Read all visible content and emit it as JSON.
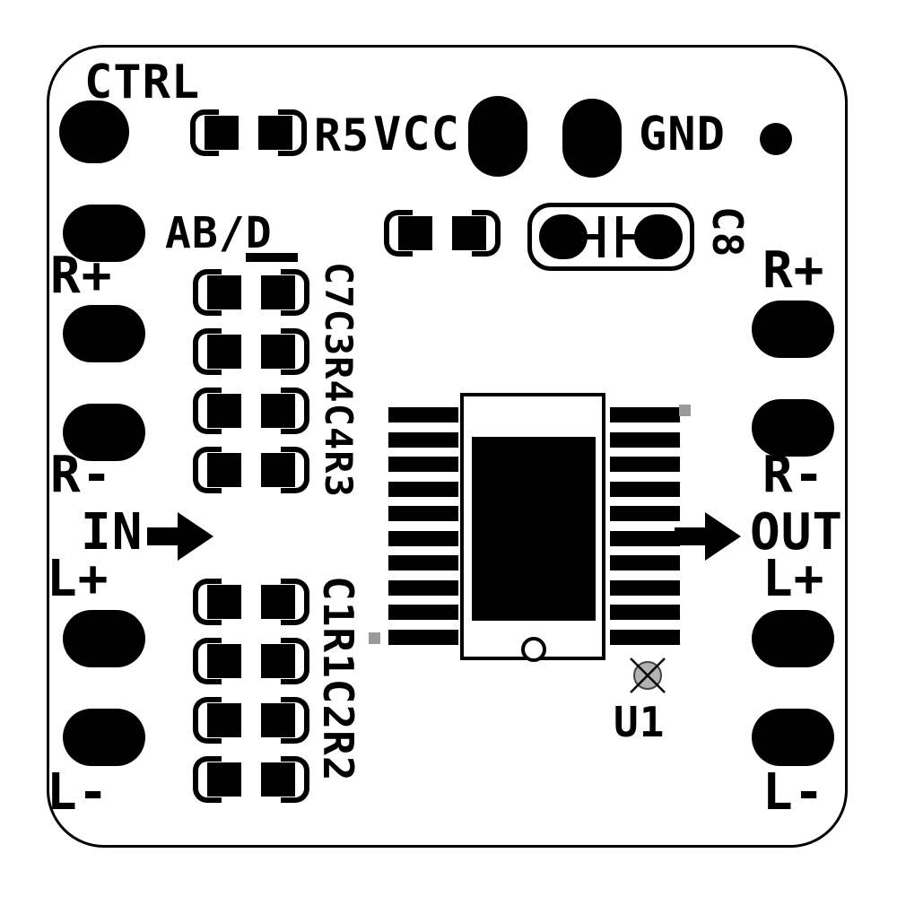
{
  "diagram": {
    "title": "PCB silkscreen layout",
    "colors": {
      "silkscreen": "#000000",
      "board": "#ffffff",
      "fiducial": "#9a9a9a"
    },
    "labels": {
      "ctrl": "CTRL",
      "r5": "R5",
      "vcc": "VCC",
      "gnd": "GND",
      "ab_d": "AB/D",
      "c8": "C8",
      "top_column": "C7C3R4C4R3",
      "bottom_column": "C1R1C2R2",
      "in": "IN",
      "out": "OUT",
      "u1": "U1",
      "left": {
        "r_plus": "R+",
        "r_minus": "R-",
        "l_plus": "L+",
        "l_minus": "L-"
      },
      "right": {
        "r_plus": "R+",
        "r_minus": "R-",
        "l_plus": "L+",
        "l_minus": "L-"
      }
    },
    "ic": {
      "reference": "U1",
      "pins_per_side": 10
    }
  }
}
